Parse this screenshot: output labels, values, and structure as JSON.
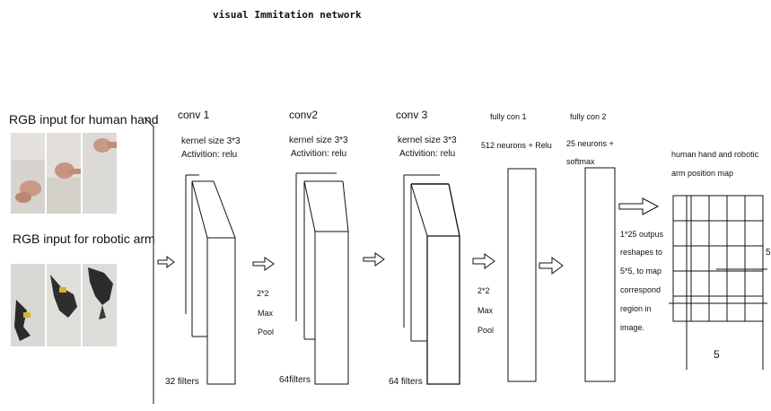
{
  "title": "visual Immitation  network",
  "inputs": {
    "human_label": "RGB input for human hand",
    "robot_label": "RGB input for robotic arm"
  },
  "layers": {
    "conv1": {
      "name": "conv 1",
      "kernel": "kernel size 3*3",
      "activation": "Activition: relu",
      "filters": "32 filters"
    },
    "conv2": {
      "name": "conv2",
      "kernel": "kernel size 3*3",
      "activation": "Activition: relu",
      "filters": "64filters"
    },
    "conv3": {
      "name": "conv 3",
      "kernel": "kernel size 3*3",
      "activation": "Activition: relu",
      "filters": "64 filters"
    },
    "fc1": {
      "name": "fully con 1",
      "desc": "512 neurons + Relu"
    },
    "fc2": {
      "name": "fully con 2",
      "desc_line1": "25 neurons +",
      "desc_line2": "softmax"
    }
  },
  "pool1": {
    "line1": "2*2",
    "line2": "Max",
    "line3": "Pool"
  },
  "pool2": {
    "line1": "2*2",
    "line2": "Max",
    "line3": "Pool"
  },
  "output_note": {
    "line1": "1*25 outpus",
    "line2": "reshapes to",
    "line3": "5*5, to map",
    "line4": "correspond",
    "line5": "region in",
    "line6": "image."
  },
  "map": {
    "title_line1": "human hand and robotic",
    "title_line2": "arm position map",
    "bottom_label": "5",
    "side_label": "5",
    "grid_size": 5
  }
}
